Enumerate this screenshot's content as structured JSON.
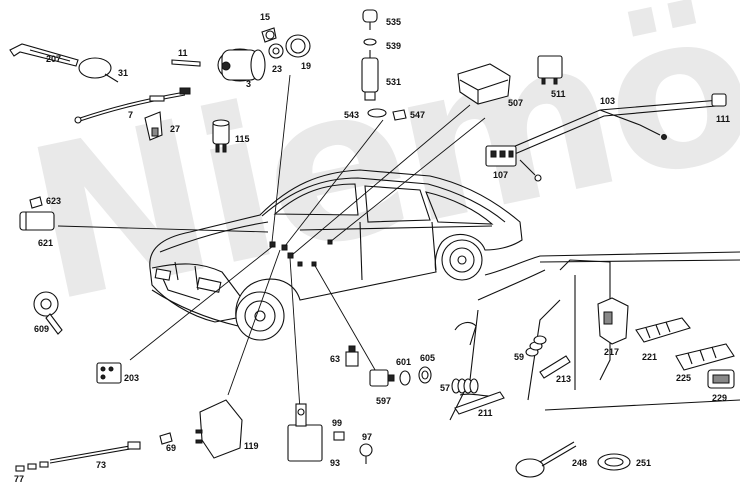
{
  "watermark": "Niemöller",
  "labels": {
    "p3": "3",
    "p7": "7",
    "p11": "11",
    "p15": "15",
    "p19": "19",
    "p23": "23",
    "p27": "27",
    "p31": "31",
    "p57": "57",
    "p59": "59",
    "p63": "63",
    "p69": "69",
    "p73": "73",
    "p77": "77",
    "p93": "93",
    "p97": "97",
    "p99": "99",
    "p103": "103",
    "p107": "107",
    "p111": "111",
    "p115": "115",
    "p119": "119",
    "p203": "203",
    "p207": "207",
    "p211": "211",
    "p213": "213",
    "p217": "217",
    "p221": "221",
    "p225": "225",
    "p229": "229",
    "p248": "248",
    "p251": "251",
    "p507": "507",
    "p511": "511",
    "p531": "531",
    "p535": "535",
    "p539": "539",
    "p543": "543",
    "p547": "547",
    "p597": "597",
    "p601": "601",
    "p605": "605",
    "p609": "609",
    "p621": "621",
    "p623": "623"
  }
}
